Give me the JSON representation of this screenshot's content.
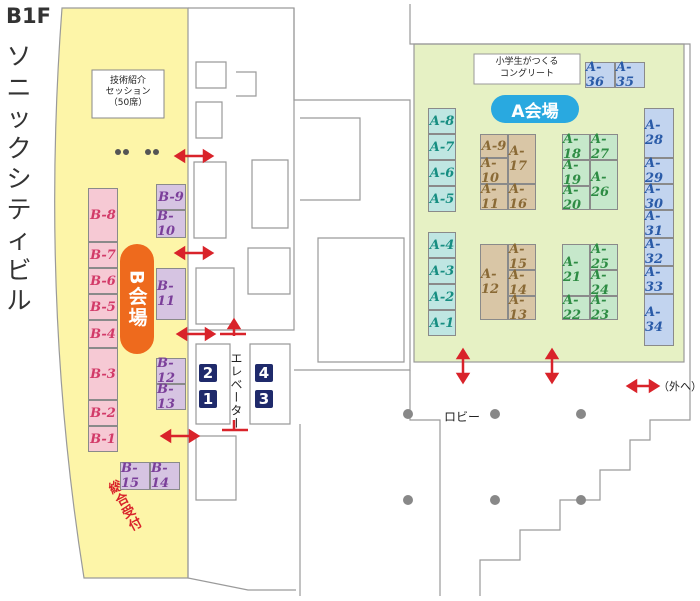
{
  "floor": "B1F",
  "building": "ソニックシティビル",
  "hall_a": {
    "name": "A会場",
    "color": "#29a9e0"
  },
  "hall_b": {
    "name": "B会場",
    "color": "#ee6a1d"
  },
  "tech_session": {
    "line1": "技術紹介",
    "line2": "セッション",
    "line3": "（50席）"
  },
  "stage": {
    "line1": "小学生がつくる",
    "line2": "コングリート"
  },
  "reception": "総合受付",
  "elevator_label": "エレベーター",
  "elevators": [
    "1",
    "2",
    "3",
    "4"
  ],
  "lobby": "ロビー",
  "exit": "（外へ）",
  "booths_b": [
    "B-1",
    "B-2",
    "B-3",
    "B-4",
    "B-5",
    "B-6",
    "B-7",
    "B-8",
    "B-9",
    "B-10",
    "B-11",
    "B-12",
    "B-13",
    "B-14",
    "B-15"
  ],
  "booths_a": [
    "A-1",
    "A-2",
    "A-3",
    "A-4",
    "A-5",
    "A-6",
    "A-7",
    "A-8",
    "A-9",
    "A-10",
    "A-11",
    "A-12",
    "A-13",
    "A-14",
    "A-15",
    "A-16",
    "A-17",
    "A-18",
    "A-19",
    "A-20",
    "A-21",
    "A-22",
    "A-23",
    "A-24",
    "A-25",
    "A-26",
    "A-27",
    "A-28",
    "A-29",
    "A-30",
    "A-31",
    "A-32",
    "A-33",
    "A-34",
    "A-35",
    "A-36"
  ],
  "colors": {
    "zone_b": "#fdf5a8",
    "zone_a": "#e6f1c4",
    "booth_b": "#f6c9d4",
    "booth_b_small": "#d6c4e2",
    "booth_a_teal": "#bfe6e2",
    "booth_a_tan": "#d9c6a6",
    "booth_a_green": "#c6e8cb",
    "booth_a_blue": "#c2d4ef",
    "arrow": "#d9232a",
    "elevator": "#1f2a6b"
  }
}
